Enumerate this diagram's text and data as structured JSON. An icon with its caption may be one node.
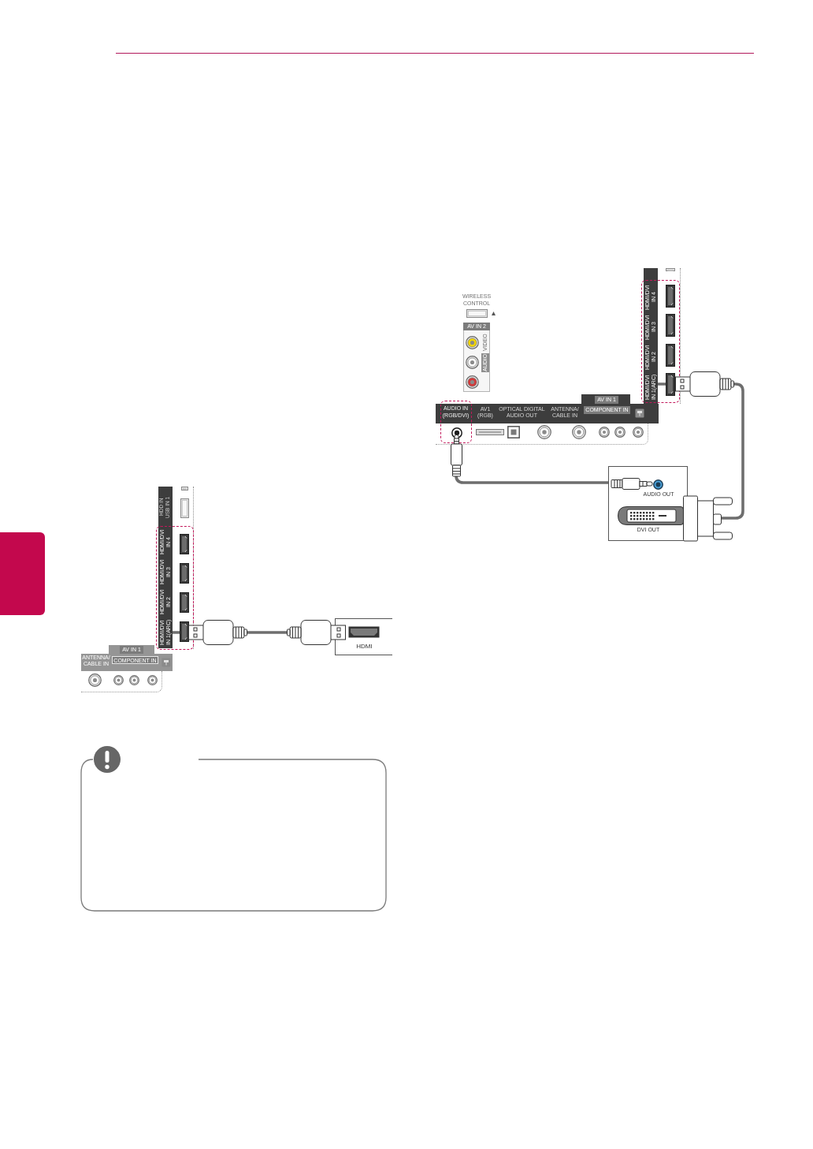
{
  "diagram": {
    "nodes": [
      {
        "text": [
          "HDMI/DVI IN 4"
        ]
      },
      {
        "text": [
          "HDMI/DVI IN 3"
        ]
      },
      {
        "text": [
          "HDMI/DVI IN 2"
        ]
      },
      {
        "text": [
          "HDMI/DVI IN 1(ARC)"
        ]
      },
      {
        "text": [
          "HDMI"
        ]
      },
      {
        "text": [
          "HDMI/DVI IN 4"
        ]
      },
      {
        "text": [
          "HDMI/DVI IN 3"
        ]
      },
      {
        "text": [
          "HDMI/DVI IN 2"
        ]
      },
      {
        "text": [
          "HDMI/DVI IN 1(ARC)"
        ]
      },
      {
        "text": [
          "AUDIO IN (RGB/DVI)"
        ]
      },
      {
        "text": [
          "AUDIO OUT",
          "DVI OUT"
        ]
      },
      {
        "text": [],
        "shape": "box"
      }
    ],
    "edges": [
      {
        "from": 3,
        "to": 4,
        "arrow": "none"
      },
      {
        "from": 8,
        "to": 10,
        "arrow": "none"
      },
      {
        "from": 9,
        "to": 10,
        "arrow": "none"
      }
    ],
    "labels": [
      "HDD IN USB IN 1",
      "AV IN 1",
      "ANTENNA/ CABLE IN",
      "COMPONENT IN",
      "WIRELESS CONTROL",
      "AV IN 2",
      "VIDEO",
      "AUDIO",
      "AV1 (RGB)",
      "OPTICAL DIGITAL AUDIO OUT",
      "ANTENNA/ CABLE IN",
      "AV IN 1",
      "COMPONENT IN"
    ]
  }
}
